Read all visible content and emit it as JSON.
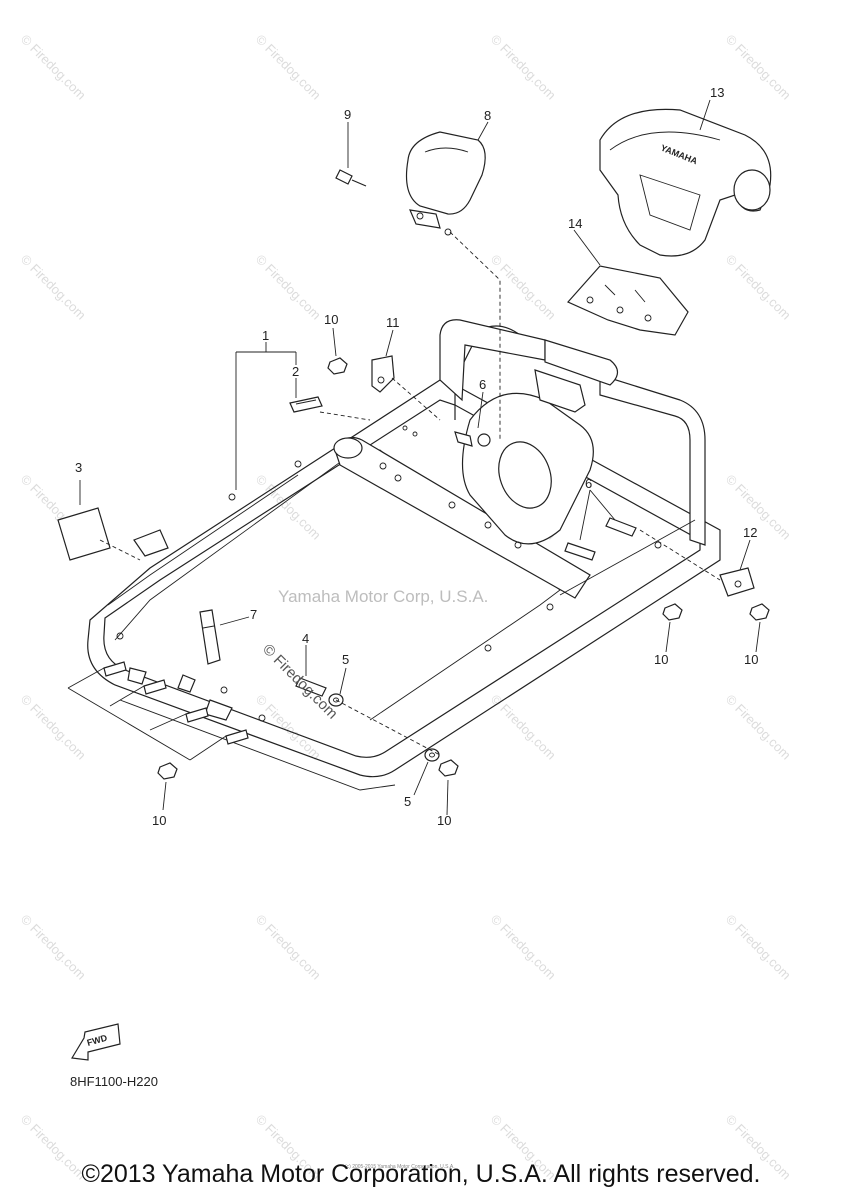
{
  "diagram": {
    "callouts": [
      {
        "id": "c1",
        "label": "1"
      },
      {
        "id": "c2",
        "label": "2"
      },
      {
        "id": "c3",
        "label": "3"
      },
      {
        "id": "c4",
        "label": "4"
      },
      {
        "id": "c5a",
        "label": "5"
      },
      {
        "id": "c5b",
        "label": "5"
      },
      {
        "id": "c6a",
        "label": "6"
      },
      {
        "id": "c6b",
        "label": "6"
      },
      {
        "id": "c7",
        "label": "7"
      },
      {
        "id": "c8",
        "label": "8"
      },
      {
        "id": "c9",
        "label": "9"
      },
      {
        "id": "c10a",
        "label": "10"
      },
      {
        "id": "c10b",
        "label": "10"
      },
      {
        "id": "c10c",
        "label": "10"
      },
      {
        "id": "c10d",
        "label": "10"
      },
      {
        "id": "c10e",
        "label": "10"
      },
      {
        "id": "c11",
        "label": "11"
      },
      {
        "id": "c12",
        "label": "12"
      },
      {
        "id": "c13",
        "label": "13"
      },
      {
        "id": "c14",
        "label": "14"
      }
    ],
    "center_watermark": "Yamaha Motor Corp, U.S.A.",
    "diagonal_watermark": "© Firedog.com",
    "tile_watermark": "© Firedog.com",
    "fwd_label": "FWD",
    "part_code": "8HF1100-H220",
    "cover_logo_text": "YAMAHA",
    "small_copyright": "(c) 2005-2015 Yamaha Motor Corporation, U.S.A."
  },
  "footer": {
    "copyright": "©2013 Yamaha Motor Corporation, U.S.A. All rights reserved."
  }
}
